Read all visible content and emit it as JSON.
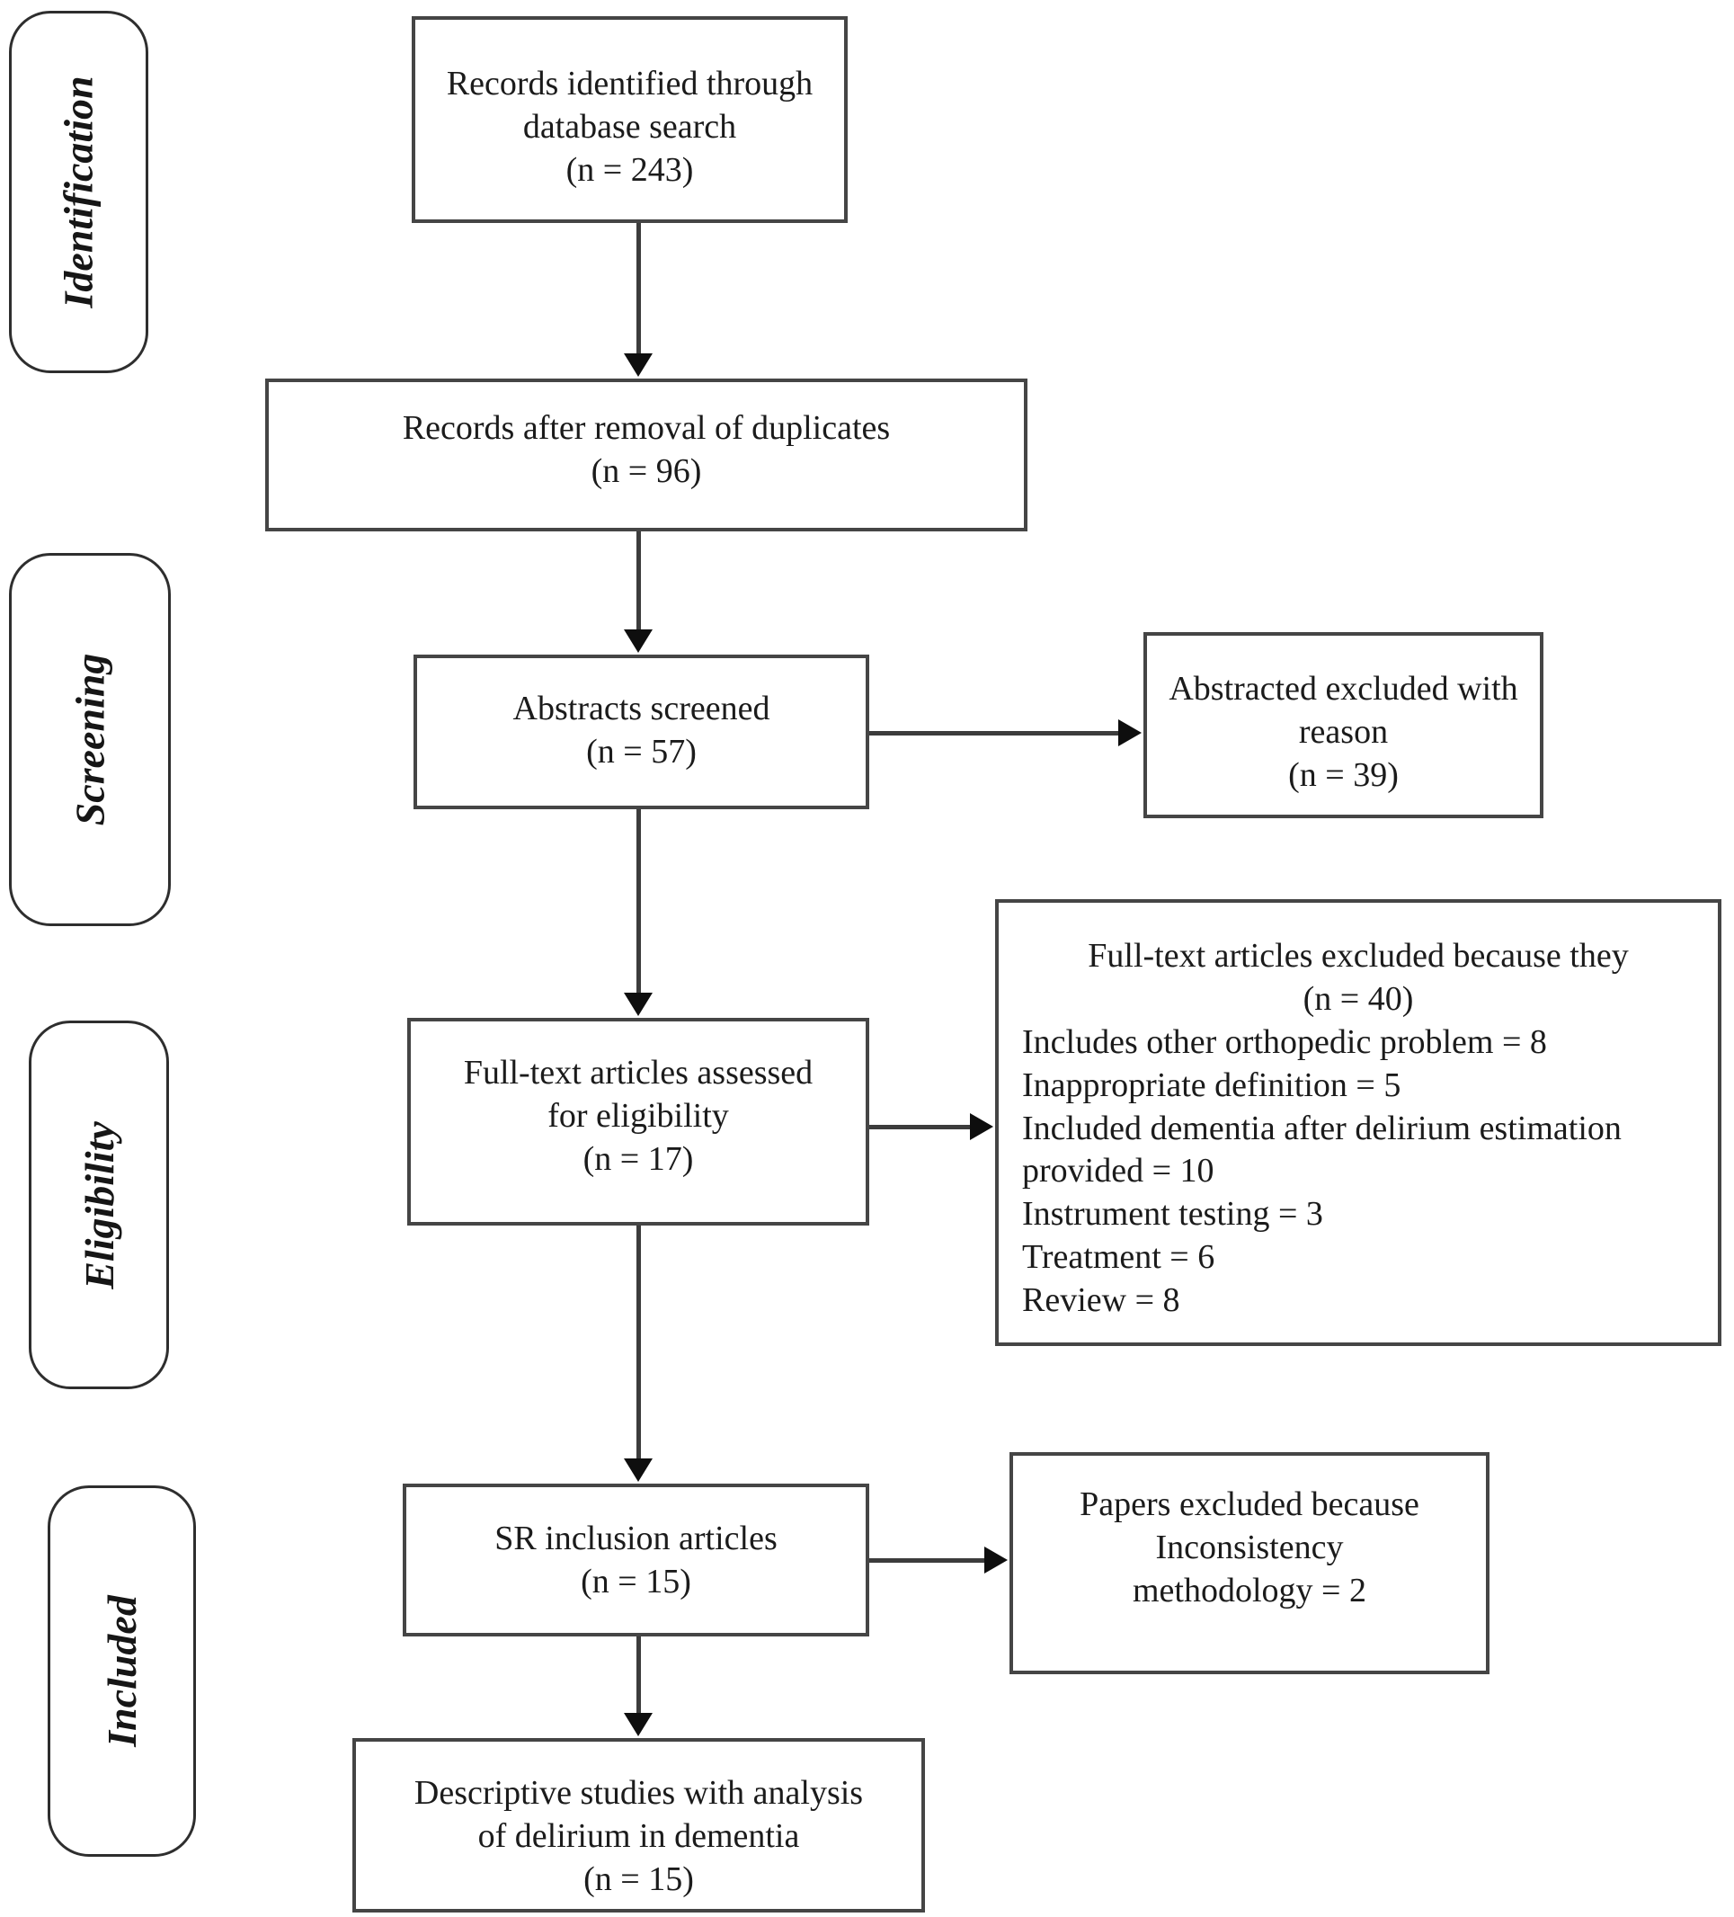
{
  "figure": {
    "background": "#ffffff",
    "text_color": "#1b1b1b",
    "border_color": "#454545",
    "arrow_color": "#3c3c3c"
  },
  "stages": [
    {
      "id": "identification",
      "label": "Identification"
    },
    {
      "id": "screening",
      "label": "Screening"
    },
    {
      "id": "eligibility",
      "label": "Eligibility"
    },
    {
      "id": "included",
      "label": "Included"
    }
  ],
  "boxes": {
    "records_identified": {
      "lines": [
        "Records identified through",
        "database search",
        "(n = 243)"
      ]
    },
    "records_deduplicated": {
      "lines": [
        "Records after removal of duplicates",
        "(n = 96)"
      ]
    },
    "abstracts_screened": {
      "lines": [
        "Abstracts screened",
        "(n = 57)"
      ]
    },
    "abstracts_excluded": {
      "lines": [
        "Abstracted excluded with",
        "reason",
        "(n = 39)"
      ]
    },
    "fulltext_assessed": {
      "lines": [
        "Full-text articles assessed",
        "for eligibility",
        "(n = 17)"
      ]
    },
    "fulltext_excluded": {
      "header_lines": [
        "Full-text articles excluded because they",
        "(n = 40)"
      ],
      "reason_lines": [
        "Includes other orthopedic problem = 8",
        "Inappropriate definition = 5",
        "Included dementia after delirium estimation provided = 10",
        "Instrument testing = 3",
        "Treatment = 6",
        "Review = 8"
      ]
    },
    "sr_inclusion": {
      "lines": [
        "SR inclusion articles",
        "(n = 15)"
      ]
    },
    "papers_excluded": {
      "lines": [
        "Papers excluded because",
        "Inconsistency",
        "methodology = 2"
      ]
    },
    "descriptive_studies": {
      "lines": [
        "Descriptive studies with analysis",
        "of delirium in dementia",
        "(n = 15)"
      ]
    }
  }
}
